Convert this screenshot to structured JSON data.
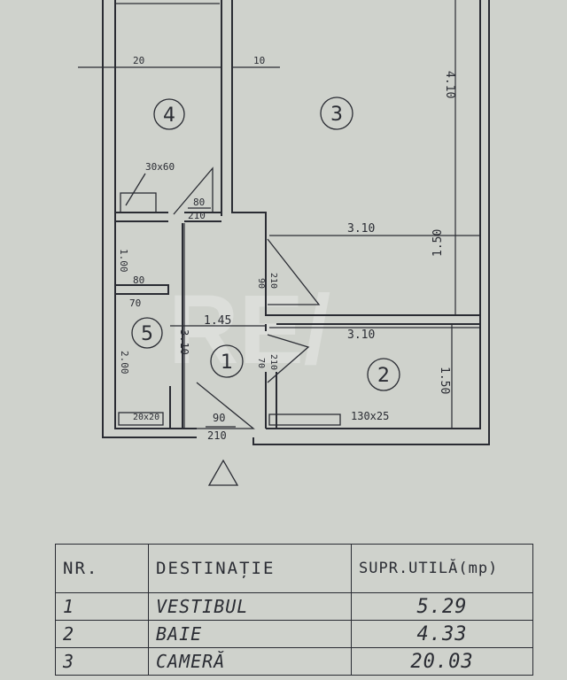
{
  "rooms": [
    {
      "num": "1"
    },
    {
      "num": "2"
    },
    {
      "num": "3"
    },
    {
      "num": "4"
    },
    {
      "num": "5"
    }
  ],
  "dimensions": {
    "wall_20": "20",
    "wall_10": "10",
    "cam_height": "4.10",
    "cam_width": "3.10",
    "mid_height": "1.50",
    "baie_width": "3.10",
    "baie_height": "1.50",
    "vest_width": "1.45",
    "vest_height": "3.10",
    "wc_height_top": "1.00",
    "wc_height": "2.00",
    "door_80_210": "80",
    "door_80_210_h": "210",
    "door_90_210_v": "90",
    "door_90_210_vh": "210",
    "door_70_210": "70",
    "door_70_210_h": "210",
    "door_main": "90",
    "door_main_h": "210",
    "door_80": "80",
    "door_70": "70",
    "window_30x60": "30x60",
    "window_20x20": "20x20",
    "window_130x25": "130x25"
  },
  "watermark": "RE/",
  "table": {
    "headers": {
      "nr": "NR.",
      "dest": "DESTINAȚIE",
      "area": "SUPR.UTILĂ(mp)"
    },
    "rows": [
      {
        "nr": "1",
        "dest": "VESTIBUL",
        "area": "5.29"
      },
      {
        "nr": "2",
        "dest": "BAIE",
        "area": "4.33"
      },
      {
        "nr": "3",
        "dest": "CAMERĂ",
        "area": "20.03"
      }
    ]
  }
}
